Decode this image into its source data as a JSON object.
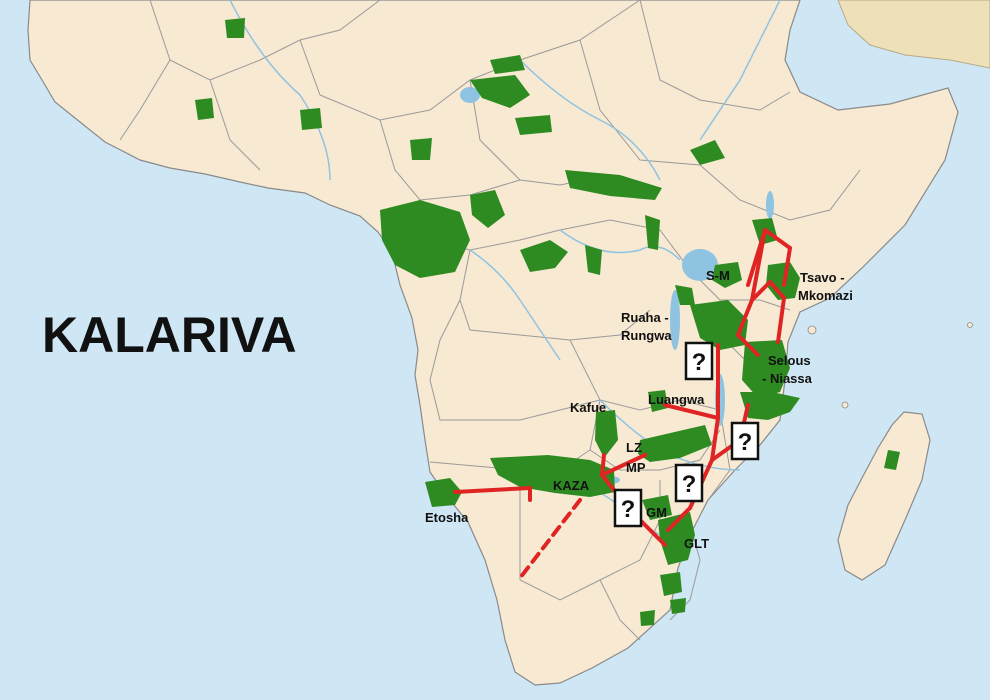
{
  "map": {
    "title": "KALARIVA",
    "colors": {
      "ocean": "#cfe6f4",
      "land": "#f7e9d2",
      "land_border": "#8a8a8a",
      "protected_area": "#2e8b22",
      "corridor": "#e02424",
      "rivers_lakes": "#8fc3e2",
      "arabia": "#eee0b8"
    },
    "areas": [
      {
        "id": "tsavo",
        "label": "Tsavo -"
      },
      {
        "id": "mkomazi",
        "label": "Mkomazi"
      },
      {
        "id": "sm",
        "label": "S-M"
      },
      {
        "id": "ruaha",
        "label": "Ruaha -"
      },
      {
        "id": "rungwa",
        "label": "Rungwa"
      },
      {
        "id": "selous",
        "label": "Selous"
      },
      {
        "id": "niassa",
        "label": "- Niassa"
      },
      {
        "id": "kafue",
        "label": "Kafue"
      },
      {
        "id": "luangwa",
        "label": "Luangwa"
      },
      {
        "id": "lz",
        "label": "LZ"
      },
      {
        "id": "mp",
        "label": "MP"
      },
      {
        "id": "kaza",
        "label": "KAZA"
      },
      {
        "id": "gm",
        "label": "GM"
      },
      {
        "id": "glt",
        "label": "GLT"
      },
      {
        "id": "etosha",
        "label": "Etosha"
      }
    ],
    "uncertain_links": [
      {
        "id": "q1",
        "label": "?"
      },
      {
        "id": "q2",
        "label": "?"
      },
      {
        "id": "q3",
        "label": "?"
      },
      {
        "id": "q4",
        "label": "?"
      }
    ],
    "corridors": {
      "solid_count": 22,
      "dashed_count": 1
    }
  }
}
